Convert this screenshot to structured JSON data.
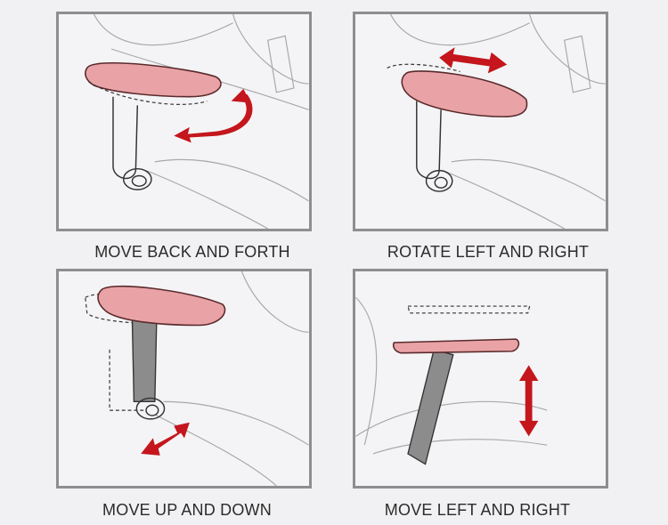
{
  "panels": [
    {
      "caption": "MOVE BACK AND FORTH",
      "motion": "curved-double-arrow"
    },
    {
      "caption": "ROTATE LEFT AND RIGHT",
      "motion": "horizontal-double-arrow"
    },
    {
      "caption": "MOVE UP AND DOWN",
      "motion": "diagonal-double-arrow"
    },
    {
      "caption": "MOVE LEFT AND RIGHT",
      "motion": "vertical-double-arrow"
    }
  ],
  "colors": {
    "pad": "#e9a3a6",
    "pad_outline": "#5a2a2c",
    "arrow": "#c4161c",
    "line": "#444444",
    "sketch": "#9a9a9a",
    "post_gray": "#8c8c8c"
  }
}
